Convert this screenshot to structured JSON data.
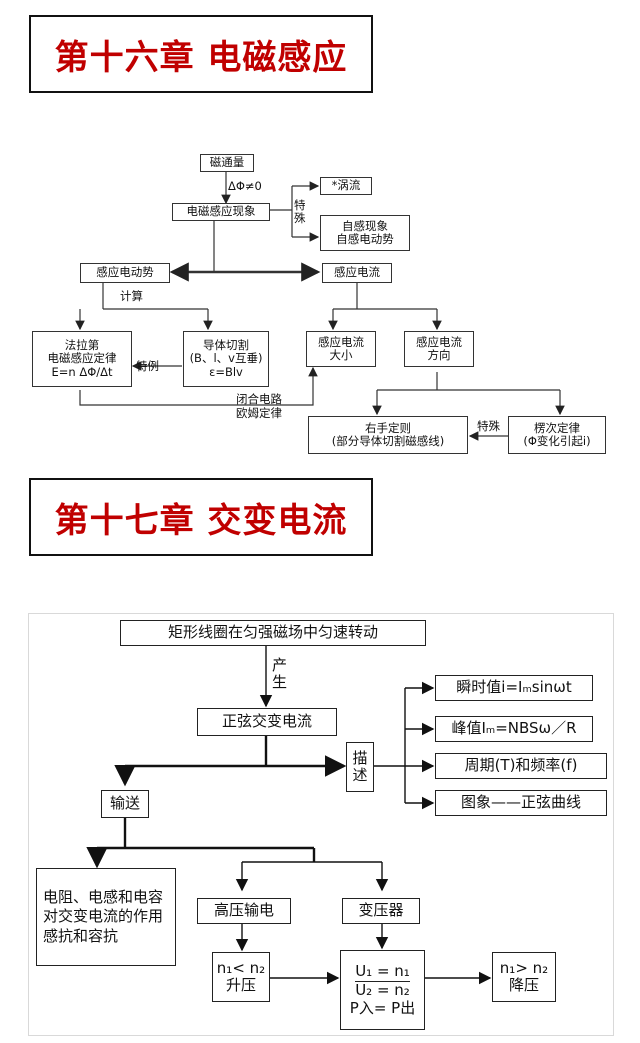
{
  "chapter16": {
    "title": "第十六章  电磁感应",
    "nodes": {
      "flux": "磁通量",
      "phenomenon": "电磁感应现象",
      "eddy": "*涡流",
      "self1": "自感现象",
      "self2": "自感电动势",
      "emf": "感应电动势",
      "current": "感应电流",
      "faraday1": "法拉第",
      "faraday2": "电磁感应定律",
      "faraday3": "E=n ΔΦ/Δt",
      "cut1": "导体切割",
      "cut2": "(B、l、v互垂)",
      "cut3": "ε=Blv",
      "magnitude1": "感应电流",
      "magnitude2": "大小",
      "direction1": "感应电流",
      "direction2": "方向",
      "righthand1": "右手定则",
      "righthand2": "(部分导体切割磁感线)",
      "lenz1": "楞次定律",
      "lenz2": "(Φ变化引起i)"
    },
    "labels": {
      "delta_phi": "ΔΦ≠0",
      "special_a": "特",
      "special_b": "殊",
      "calculate": "计算",
      "special_case": "特例",
      "circuit": "闭合电路",
      "ohm": "欧姆定律",
      "special_h": "特殊"
    }
  },
  "chapter17": {
    "title": "第十七章  交变电流",
    "nodes": {
      "coil": "矩形线圈在匀强磁场中匀速转动",
      "sine": "正弦交变电流",
      "describe_a": "描",
      "describe_b": "述",
      "instant": "瞬时值i=Iₘsinωt",
      "peak": "峰值Iₘ=NBSω／R",
      "period": "周期(T)和频率(f)",
      "graph": "图象——正弦曲线",
      "transmit": "输送",
      "rlc": "电阻、电感和电容对交变电流的作用  感抗和容抗",
      "hv": "高压输电",
      "transformer": "变压器",
      "stepup1": "n₁< n₂",
      "stepup2": "升压",
      "eq1": "U₁ = n₁",
      "eq2": "U₂ = n₂",
      "eq3": "P入= P出",
      "stepdown1": "n₁> n₂",
      "stepdown2": "降压"
    },
    "labels": {
      "produce_a": "产",
      "produce_b": "生"
    }
  }
}
